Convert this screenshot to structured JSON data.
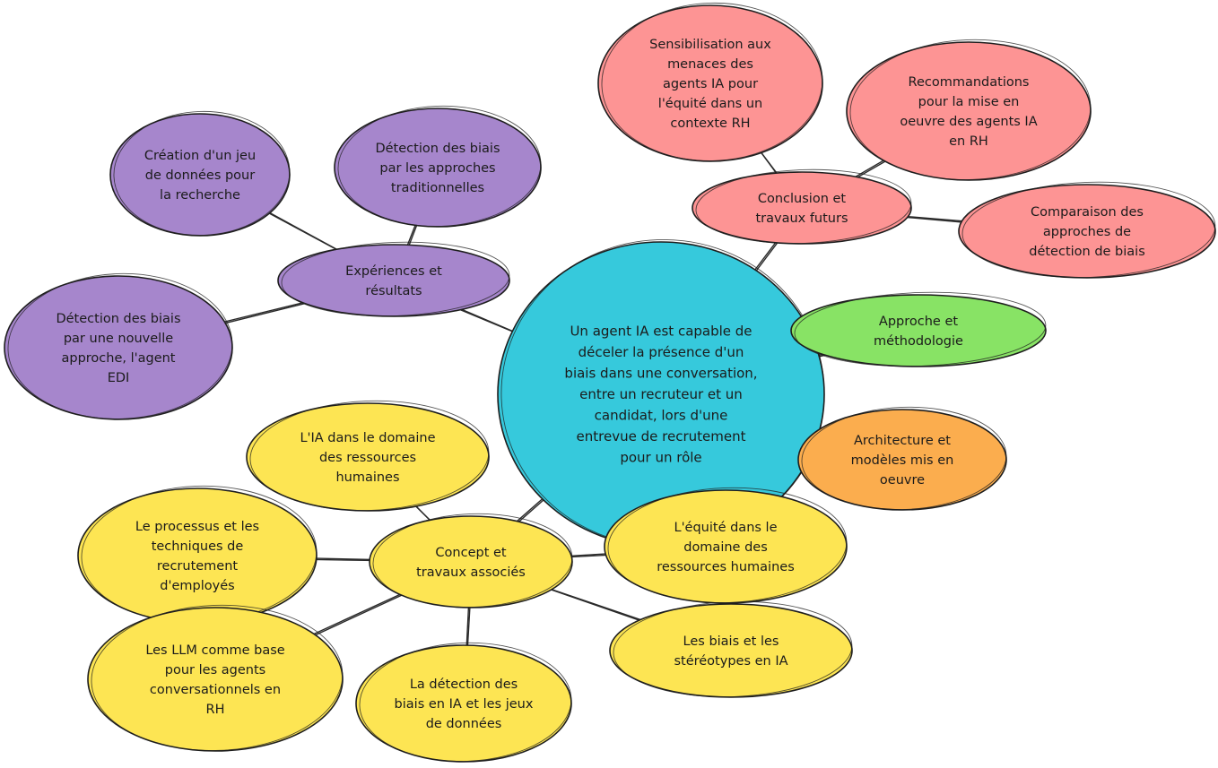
{
  "colors": {
    "center": "#36c9dc",
    "red": "#fd9494",
    "purple": "#a686cc",
    "yellow": "#fde553",
    "green": "#88e365",
    "orange": "#fbad4e"
  },
  "nodes": {
    "center": {
      "color": "center",
      "lines": [
        "Un agent IA est capable de",
        "déceler la présence d'un",
        "biais dans une conversation,",
        "entre un recruteur et un",
        "candidat, lors d'une",
        "entrevue de recrutement",
        "pour un rôle"
      ]
    },
    "conclusion": {
      "color": "red",
      "lines": [
        "Conclusion et",
        "travaux futurs"
      ]
    },
    "sensibilisation": {
      "color": "red",
      "lines": [
        "Sensibilisation aux",
        "menaces des",
        "agents IA pour",
        "l'équité dans un",
        "contexte RH"
      ]
    },
    "recommandations": {
      "color": "red",
      "lines": [
        "Recommandations",
        "pour la mise en",
        "oeuvre des agents IA",
        "en RH"
      ]
    },
    "comparaison": {
      "color": "red",
      "lines": [
        "Comparaison des",
        "approches de",
        "détection de biais"
      ]
    },
    "experiences": {
      "color": "purple",
      "lines": [
        "Expériences et",
        "résultats"
      ]
    },
    "creation": {
      "color": "purple",
      "lines": [
        "Création d'un jeu",
        "de données pour",
        "la recherche"
      ]
    },
    "detection_trad": {
      "color": "purple",
      "lines": [
        "Détection des biais",
        "par les approches",
        "traditionnelles"
      ]
    },
    "detection_edi": {
      "color": "purple",
      "lines": [
        "Détection des biais",
        "par une nouvelle",
        "approche, l'agent",
        "EDI"
      ]
    },
    "approche": {
      "color": "green",
      "lines": [
        "Approche et",
        "méthodologie"
      ]
    },
    "architecture": {
      "color": "orange",
      "lines": [
        "Architecture et",
        "modèles mis en",
        "oeuvre"
      ]
    },
    "concept": {
      "color": "yellow",
      "lines": [
        "Concept et",
        "travaux associés"
      ]
    },
    "ia_rh": {
      "color": "yellow",
      "lines": [
        "L'IA dans le domaine",
        "des ressources",
        "humaines"
      ]
    },
    "processus": {
      "color": "yellow",
      "lines": [
        "Le processus et les",
        "techniques de",
        "recrutement",
        "d'employés"
      ]
    },
    "llm": {
      "color": "yellow",
      "lines": [
        "Les LLM comme base",
        "pour les agents",
        "conversationnels en",
        "RH"
      ]
    },
    "detection_jeux": {
      "color": "yellow",
      "lines": [
        "La détection des",
        "biais en IA et les jeux",
        "de données"
      ]
    },
    "biais_stereo": {
      "color": "yellow",
      "lines": [
        "Les biais et les",
        "stéréotypes en IA"
      ]
    },
    "equite": {
      "color": "yellow",
      "lines": [
        "L'équité dans le",
        "domaine des",
        "ressources humaines"
      ]
    }
  }
}
